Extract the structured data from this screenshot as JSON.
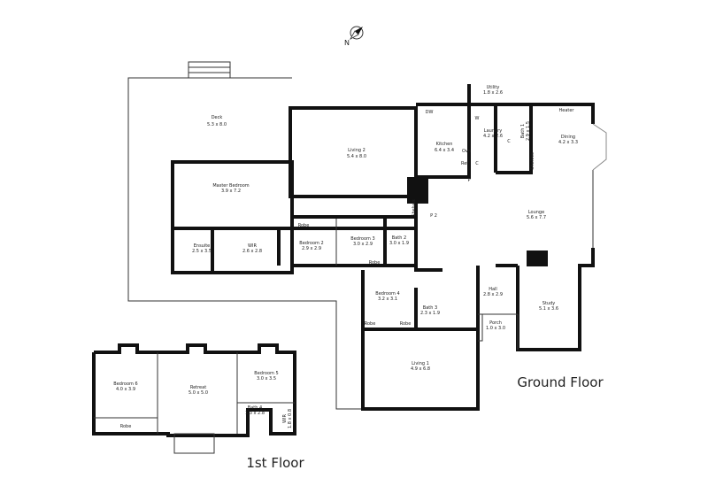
{
  "compass": {
    "label": "N",
    "icon": "compass-icon"
  },
  "ground_floor": {
    "title": "Ground Floor",
    "rooms": [
      {
        "name": "Deck",
        "size": "5.3 x 8.0"
      },
      {
        "name": "Living 2",
        "size": "5.4 x 8.0"
      },
      {
        "name": "Kitchen",
        "size": "6.4 x 3.4"
      },
      {
        "name": "Utility",
        "size": "1.8 x 2.6"
      },
      {
        "name": "Laundry",
        "size": "4.2 x 2.6"
      },
      {
        "name": "Bath 1",
        "size": "2.9 x 1.5"
      },
      {
        "name": "Dining",
        "size": "4.2 x 3.3"
      },
      {
        "name": "Master Bedroom",
        "size": "3.9 x 7.2"
      },
      {
        "name": "Ensuite",
        "size": "2.5 x 3.5"
      },
      {
        "name": "WIR",
        "size": "2.6 x 2.8"
      },
      {
        "name": "Bedroom 2",
        "size": "2.9 x 2.9"
      },
      {
        "name": "Bedroom 3",
        "size": "3.0 x 2.9"
      },
      {
        "name": "Bath 2",
        "size": "3.0 x 1.9"
      },
      {
        "name": "Lounge",
        "size": "5.6 x 7.7"
      },
      {
        "name": "Bedroom 4",
        "size": "3.2 x 3.1"
      },
      {
        "name": "Bath 3",
        "size": "2.3 x 1.9"
      },
      {
        "name": "Hall",
        "size": "2.8 x 2.9"
      },
      {
        "name": "Porch",
        "size": "1.0 x 3.0"
      },
      {
        "name": "Study",
        "size": "5.1 x 3.6"
      },
      {
        "name": "Living 1",
        "size": "4.9 x 6.8"
      }
    ],
    "fixtures": [
      "DW",
      "W",
      "Ovn",
      "Ref",
      "C",
      "C",
      "P",
      "P 2",
      "Heater",
      "Shelves",
      "Shelves",
      "Robe",
      "Robe",
      "Robe",
      "Robe"
    ]
  },
  "first_floor": {
    "title": "1st Floor",
    "rooms": [
      {
        "name": "Bedroom 6",
        "size": "4.0 x 3.9"
      },
      {
        "name": "Retreat",
        "size": "5.0 x 5.0"
      },
      {
        "name": "Bedroom 5",
        "size": "3.0 x 3.5"
      },
      {
        "name": "Bath 4",
        "size": "1.3 x 2.8"
      },
      {
        "name": "WIR",
        "size": "1.8 x 0.8"
      }
    ],
    "fixtures": [
      "Robe"
    ]
  }
}
